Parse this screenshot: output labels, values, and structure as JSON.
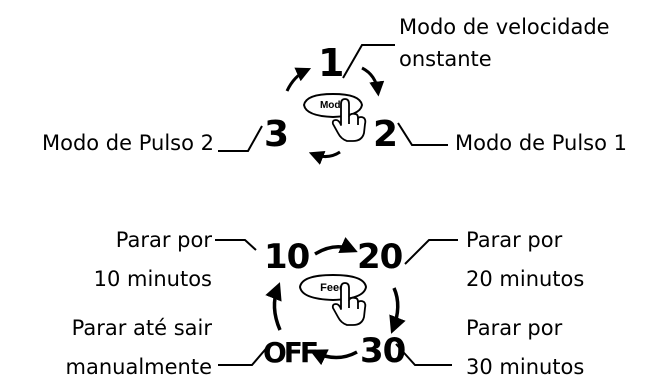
{
  "mode_diagram": {
    "numbers": {
      "one": "1",
      "two": "2",
      "three": "3"
    },
    "button_label": "Mode",
    "labels": {
      "constant_line1": "Modo de velocidade",
      "constant_line2": "onstante",
      "pulse1": "Modo de Pulso 1",
      "pulse2": "Modo de Pulso 2"
    }
  },
  "feed_diagram": {
    "numbers": {
      "ten": "10",
      "twenty": "20",
      "thirty": "30",
      "off": "OFF"
    },
    "button_label": "Feed",
    "labels": {
      "stop10_line1": "Parar por",
      "stop10_line2": "10 minutos",
      "stop20_line1": "Parar por",
      "stop20_line2": "20 minutos",
      "stop30_line1": "Parar por",
      "stop30_line2": "30 minutos",
      "manual_line1": "Parar até sair",
      "manual_line2": "manualmente"
    }
  }
}
